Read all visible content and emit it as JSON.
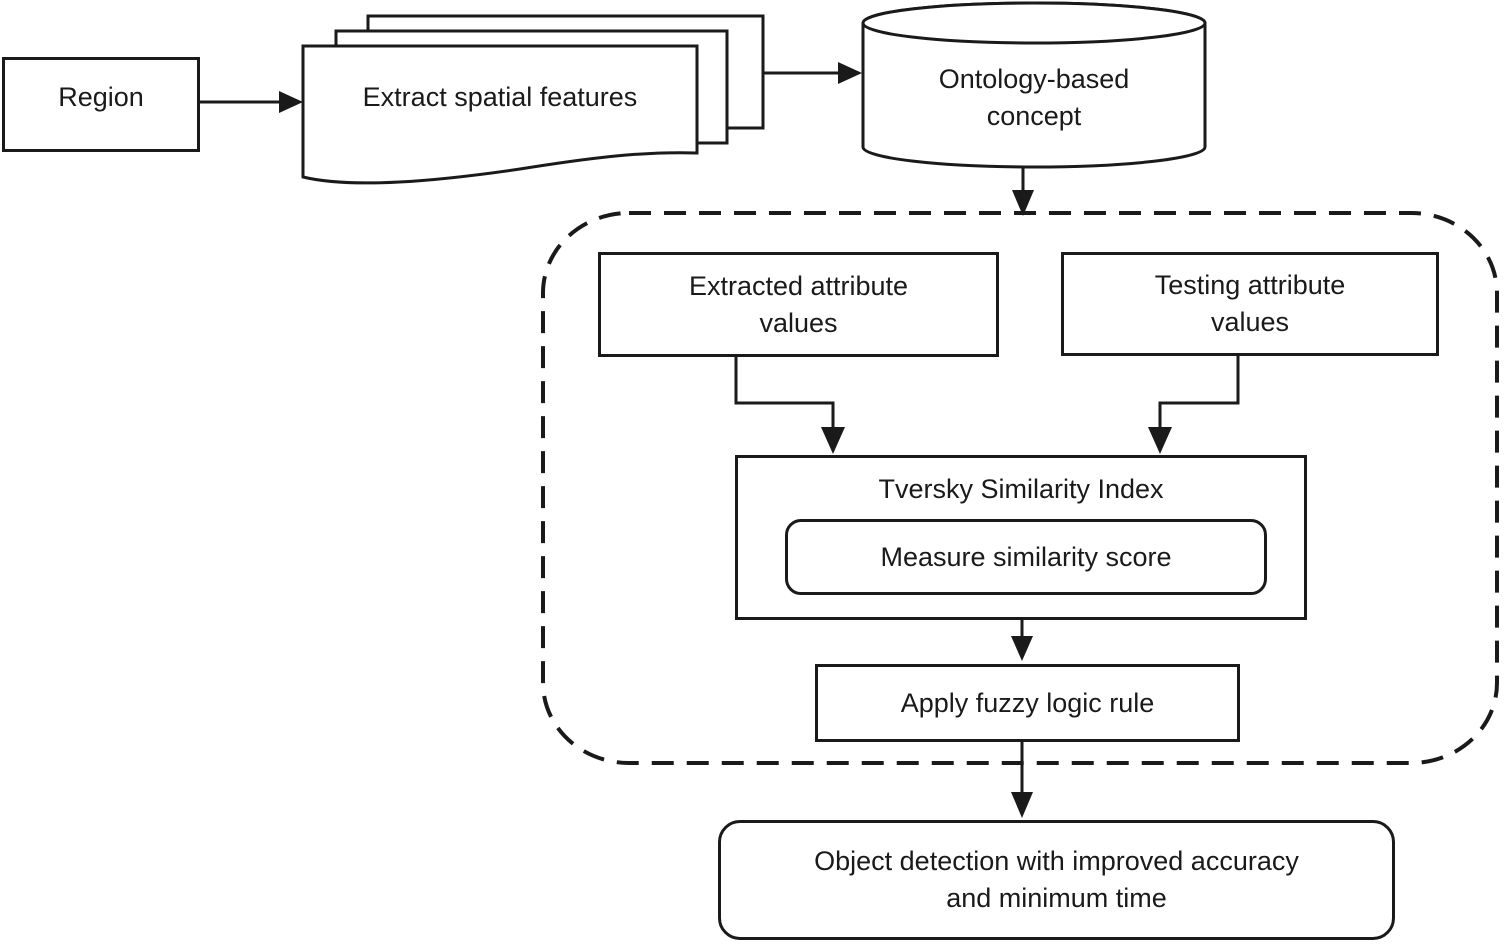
{
  "canvas": {
    "background": "#ffffff",
    "stroke_color": "#1a1a1a"
  },
  "nodes": {
    "region": {
      "shape": "rectangle",
      "lines": [
        "Region"
      ]
    },
    "extract_features": {
      "shape": "stacked-documents",
      "lines": [
        "Extract spatial features"
      ]
    },
    "ontology_concept": {
      "shape": "database-cylinder",
      "lines": [
        "Ontology-based",
        "concept"
      ]
    },
    "extracted_attributes": {
      "shape": "rectangle",
      "lines": [
        "Extracted attribute",
        "values"
      ]
    },
    "testing_attributes": {
      "shape": "rectangle",
      "lines": [
        "Testing attribute",
        "values"
      ]
    },
    "tversky_index": {
      "shape": "rectangle",
      "lines": [
        "Tversky Similarity Index"
      ]
    },
    "measure_score": {
      "shape": "rounded-rectangle",
      "lines": [
        "Measure similarity score"
      ]
    },
    "fuzzy_rule": {
      "shape": "rectangle",
      "lines": [
        "Apply fuzzy logic rule"
      ]
    },
    "result": {
      "shape": "rounded-rectangle",
      "lines": [
        "Object detection with improved accuracy",
        "and minimum time"
      ]
    }
  },
  "container": {
    "shape": "dashed-rounded-rectangle",
    "contains": [
      "extracted_attributes",
      "testing_attributes",
      "tversky_index",
      "fuzzy_rule"
    ]
  },
  "edges": [
    {
      "from": "region",
      "to": "extract_features"
    },
    {
      "from": "extract_features",
      "to": "ontology_concept"
    },
    {
      "from": "ontology_concept",
      "to": "container"
    },
    {
      "from": "extracted_attributes",
      "to": "tversky_index"
    },
    {
      "from": "testing_attributes",
      "to": "tversky_index"
    },
    {
      "from": "tversky_index",
      "to": "fuzzy_rule"
    },
    {
      "from": "fuzzy_rule",
      "to": "result"
    }
  ]
}
